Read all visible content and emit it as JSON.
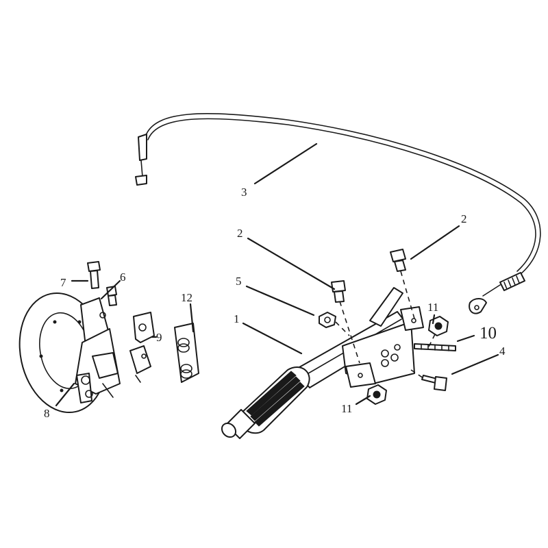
{
  "callouts": [
    {
      "id": "c3",
      "text": "3"
    },
    {
      "id": "c2a",
      "text": "2"
    },
    {
      "id": "c2b",
      "text": "2"
    },
    {
      "id": "c5",
      "text": "5"
    },
    {
      "id": "c1",
      "text": "1"
    },
    {
      "id": "c11a",
      "text": "11"
    },
    {
      "id": "c10",
      "text": "10"
    },
    {
      "id": "c4",
      "text": "4"
    },
    {
      "id": "c11b",
      "text": "11"
    },
    {
      "id": "c7",
      "text": "7"
    },
    {
      "id": "c6",
      "text": "6"
    },
    {
      "id": "c12",
      "text": "12"
    },
    {
      "id": "c9",
      "text": "9"
    },
    {
      "id": "c8",
      "text": "8"
    }
  ],
  "colors": {
    "ink": "#1a1a1a",
    "paper": "#ffffff"
  }
}
